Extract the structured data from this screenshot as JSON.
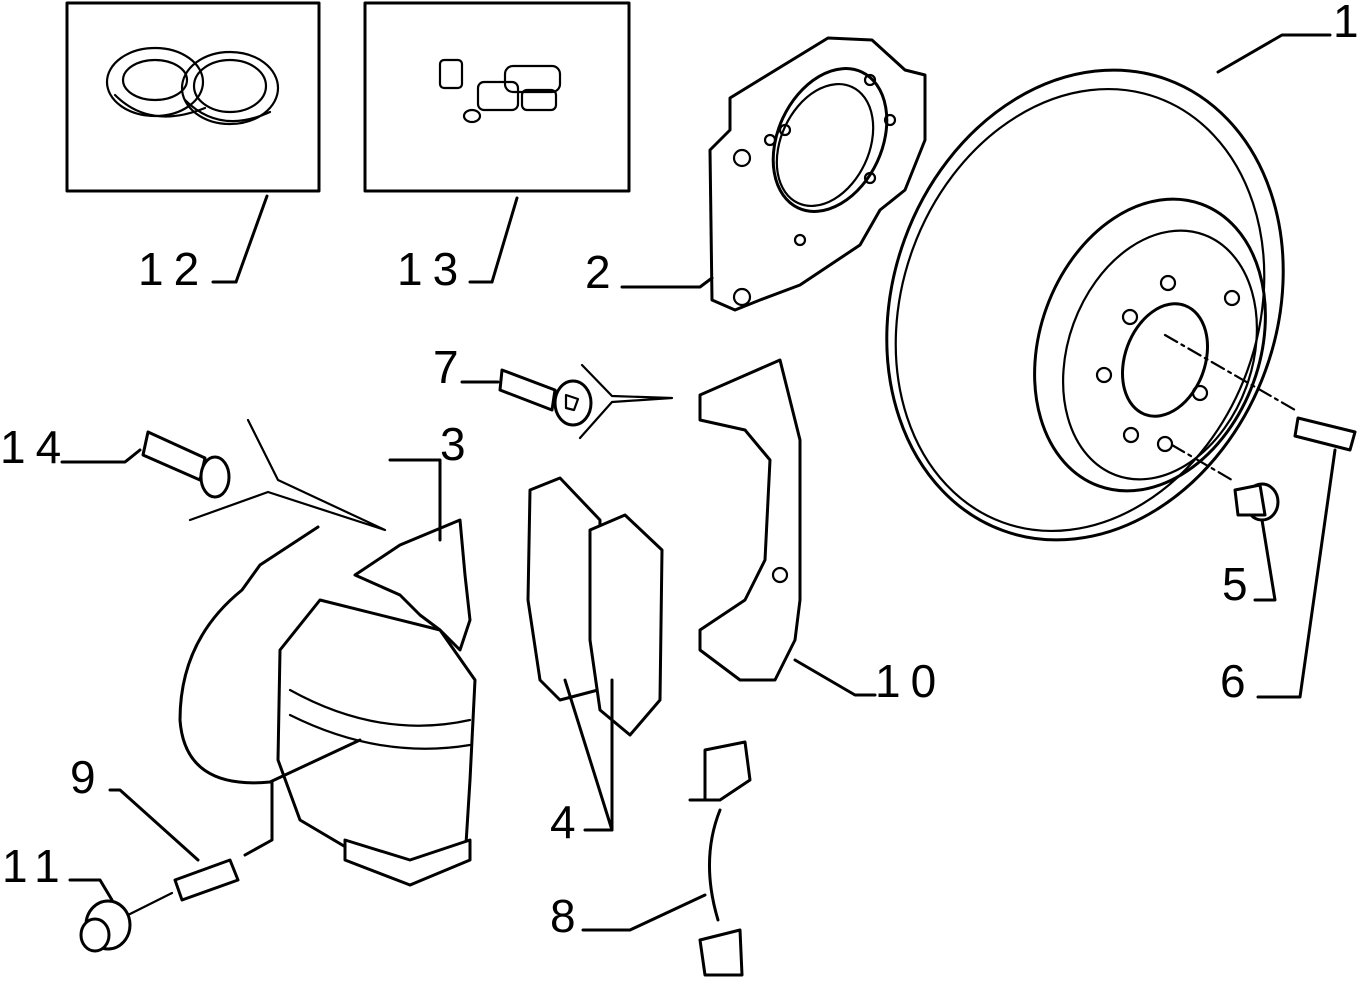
{
  "callouts": {
    "c1": "1",
    "c2": "2",
    "c3": "3",
    "c4": "4",
    "c5": "5",
    "c6": "6",
    "c7": "7",
    "c8": "8",
    "c9": "9",
    "c10": "10",
    "c11": "11",
    "c12": "12",
    "c13": "13",
    "c14": "14"
  },
  "parts": [
    "brake-disc",
    "backing-plate",
    "brake-caliper",
    "brake-pads",
    "caliper-bracket",
    "sensor-wire",
    "anti-rattle-spring"
  ]
}
